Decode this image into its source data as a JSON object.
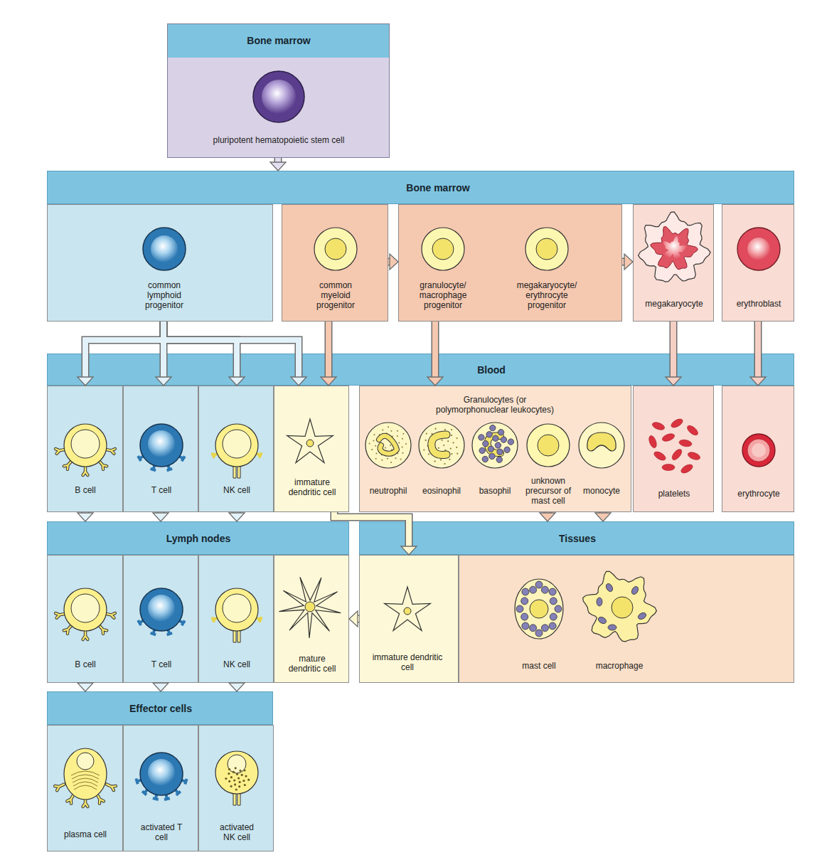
{
  "diagram": {
    "nodes": [
      {
        "text": [
          "Bone marrow",
          "pluripotent hematopoietic stem cell"
        ]
      },
      {
        "text": [
          "Bone marrow"
        ]
      },
      {
        "text": [
          "common lymphoid progenitor"
        ]
      },
      {
        "text": [
          "common myeloid progenitor"
        ]
      },
      {
        "text": [
          "granulocyte/ macrophage progenitor",
          "megakaryocyte/ erythrocyte progenitor"
        ]
      },
      {
        "text": [
          "megakaryocyte"
        ]
      },
      {
        "text": [
          "erythroblast"
        ]
      },
      {
        "text": [
          "Blood"
        ]
      },
      {
        "text": [
          "B cell"
        ]
      },
      {
        "text": [
          "T cell"
        ]
      },
      {
        "text": [
          "NK cell"
        ]
      },
      {
        "text": [
          "immature dendritic cell"
        ]
      },
      {
        "text": [
          "Granulocytes (or polymorphonuclear leukocytes)",
          "neutrophil",
          "eosinophil",
          "basophil",
          "unknown precursor of mast cell",
          "monocyte"
        ]
      },
      {
        "text": [
          "platelets"
        ]
      },
      {
        "text": [
          "erythrocyte"
        ]
      },
      {
        "text": [
          "Lymph nodes"
        ]
      },
      {
        "text": [
          "Tissues"
        ]
      },
      {
        "text": [
          "B cell"
        ]
      },
      {
        "text": [
          "T cell"
        ]
      },
      {
        "text": [
          "NK cell"
        ]
      },
      {
        "text": [
          "mature dendritic cell"
        ]
      },
      {
        "text": [
          "immature dendritic cell"
        ]
      },
      {
        "text": [
          "mast cell",
          "macrophage"
        ]
      },
      {
        "text": [
          "Effector cells"
        ]
      },
      {
        "text": [
          "plasma cell"
        ]
      },
      {
        "text": [
          "activated T cell"
        ]
      },
      {
        "text": [
          "activated NK cell"
        ]
      }
    ],
    "edges": [
      {
        "from": 0,
        "to": 1,
        "arrow": "to"
      },
      {
        "from": 2,
        "to": 8,
        "arrow": "to"
      },
      {
        "from": 2,
        "to": 9,
        "arrow": "to"
      },
      {
        "from": 2,
        "to": 10,
        "arrow": "to"
      },
      {
        "from": 2,
        "to": 11,
        "arrow": "to"
      },
      {
        "from": 3,
        "to": 11,
        "arrow": "to"
      },
      {
        "from": 3,
        "to": 4,
        "arrow": "to"
      },
      {
        "from": 4,
        "to": 12,
        "arrow": "to"
      },
      {
        "from": 4,
        "to": 5,
        "arrow": "to"
      },
      {
        "from": 5,
        "to": 13,
        "arrow": "to"
      },
      {
        "from": 6,
        "to": 14,
        "arrow": "to"
      },
      {
        "from": 8,
        "to": 15,
        "arrow": "to"
      },
      {
        "from": 9,
        "to": 15,
        "arrow": "to"
      },
      {
        "from": 10,
        "to": 15,
        "arrow": "to"
      },
      {
        "from": 11,
        "to": 21,
        "arrow": "to"
      },
      {
        "from": 21,
        "to": 20,
        "arrow": "to"
      },
      {
        "from": 12,
        "to": 16,
        "arrow": "to"
      },
      {
        "from": 17,
        "to": 23,
        "arrow": "to"
      },
      {
        "from": 18,
        "to": 23,
        "arrow": "to"
      },
      {
        "from": 19,
        "to": 23,
        "arrow": "to"
      }
    ]
  }
}
